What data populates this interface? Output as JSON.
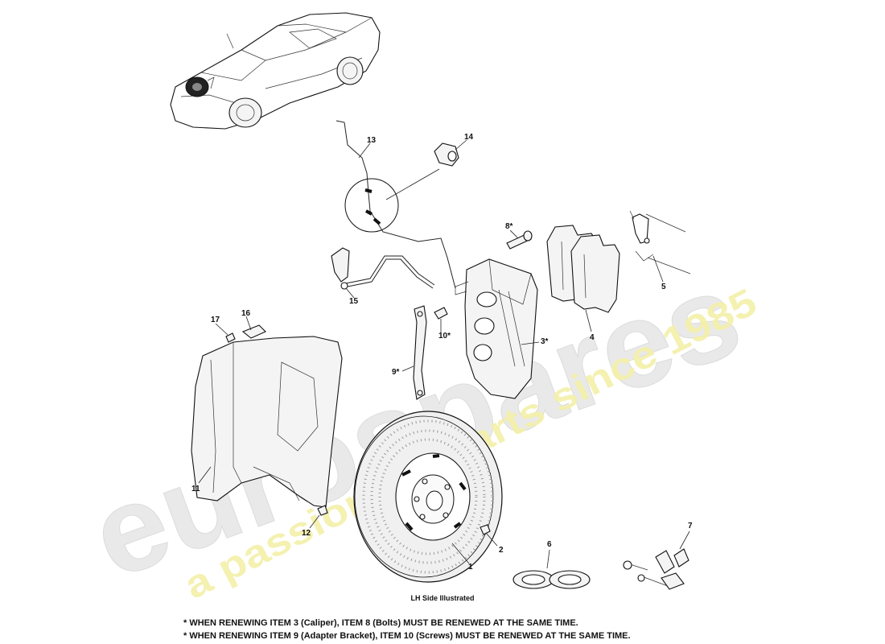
{
  "watermark": {
    "brand": "eurospares",
    "tagline": "a passion for parts since 1985",
    "brand_color": "#e6e6e6",
    "tagline_color": "#f3f0a8"
  },
  "callouts": [
    {
      "id": "c1",
      "label": "1"
    },
    {
      "id": "c2",
      "label": "2"
    },
    {
      "id": "c3",
      "label": "3*"
    },
    {
      "id": "c4",
      "label": "4"
    },
    {
      "id": "c5",
      "label": "5"
    },
    {
      "id": "c6",
      "label": "6"
    },
    {
      "id": "c7",
      "label": "7"
    },
    {
      "id": "c8",
      "label": "8*"
    },
    {
      "id": "c9",
      "label": "9*"
    },
    {
      "id": "c10",
      "label": "10*"
    },
    {
      "id": "c11",
      "label": "11"
    },
    {
      "id": "c12",
      "label": "12"
    },
    {
      "id": "c13",
      "label": "13"
    },
    {
      "id": "c14",
      "label": "14"
    },
    {
      "id": "c15",
      "label": "15"
    },
    {
      "id": "c16",
      "label": "16"
    },
    {
      "id": "c17",
      "label": "17"
    }
  ],
  "caption": "LH Side Illustrated",
  "notes": [
    "* WHEN RENEWING ITEM 3 (Caliper),  ITEM 8 (Bolts) MUST BE RENEWED AT THE SAME TIME.",
    "* WHEN RENEWING ITEM 9 (Adapter Bracket),  ITEM 10 (Screws) MUST BE RENEWED AT THE SAME TIME."
  ]
}
